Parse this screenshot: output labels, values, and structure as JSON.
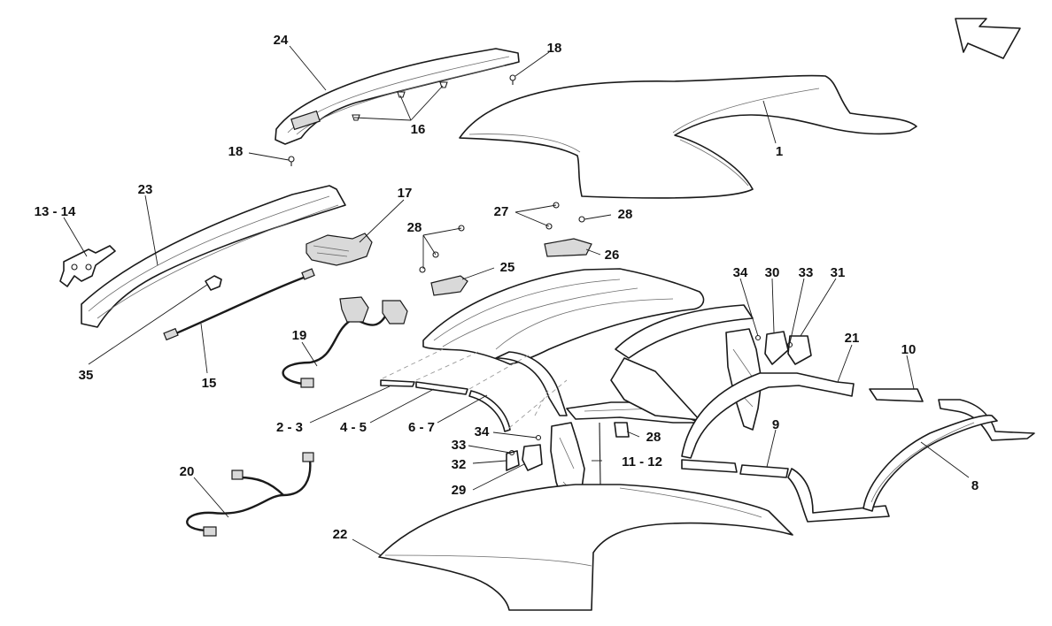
{
  "diagram": {
    "callouts": [
      {
        "id": "1",
        "label": "1"
      },
      {
        "id": "2-3",
        "label": "2 - 3"
      },
      {
        "id": "4-5",
        "label": "4 - 5"
      },
      {
        "id": "6-7",
        "label": "6 - 7"
      },
      {
        "id": "8",
        "label": "8"
      },
      {
        "id": "9",
        "label": "9"
      },
      {
        "id": "10",
        "label": "10"
      },
      {
        "id": "11-12",
        "label": "11 - 12"
      },
      {
        "id": "13-14",
        "label": "13 - 14"
      },
      {
        "id": "15",
        "label": "15"
      },
      {
        "id": "16",
        "label": "16"
      },
      {
        "id": "17",
        "label": "17"
      },
      {
        "id": "18a",
        "label": "18"
      },
      {
        "id": "18b",
        "label": "18"
      },
      {
        "id": "19",
        "label": "19"
      },
      {
        "id": "20",
        "label": "20"
      },
      {
        "id": "21",
        "label": "21"
      },
      {
        "id": "22",
        "label": "22"
      },
      {
        "id": "23",
        "label": "23"
      },
      {
        "id": "24",
        "label": "24"
      },
      {
        "id": "25",
        "label": "25"
      },
      {
        "id": "26",
        "label": "26"
      },
      {
        "id": "27",
        "label": "27"
      },
      {
        "id": "28a",
        "label": "28"
      },
      {
        "id": "28b",
        "label": "28"
      },
      {
        "id": "28c",
        "label": "28"
      },
      {
        "id": "29",
        "label": "29"
      },
      {
        "id": "30",
        "label": "30"
      },
      {
        "id": "31",
        "label": "31"
      },
      {
        "id": "32",
        "label": "32"
      },
      {
        "id": "33a",
        "label": "33"
      },
      {
        "id": "33b",
        "label": "33"
      },
      {
        "id": "34a",
        "label": "34"
      },
      {
        "id": "34b",
        "label": "34"
      },
      {
        "id": "35",
        "label": "35"
      }
    ]
  }
}
